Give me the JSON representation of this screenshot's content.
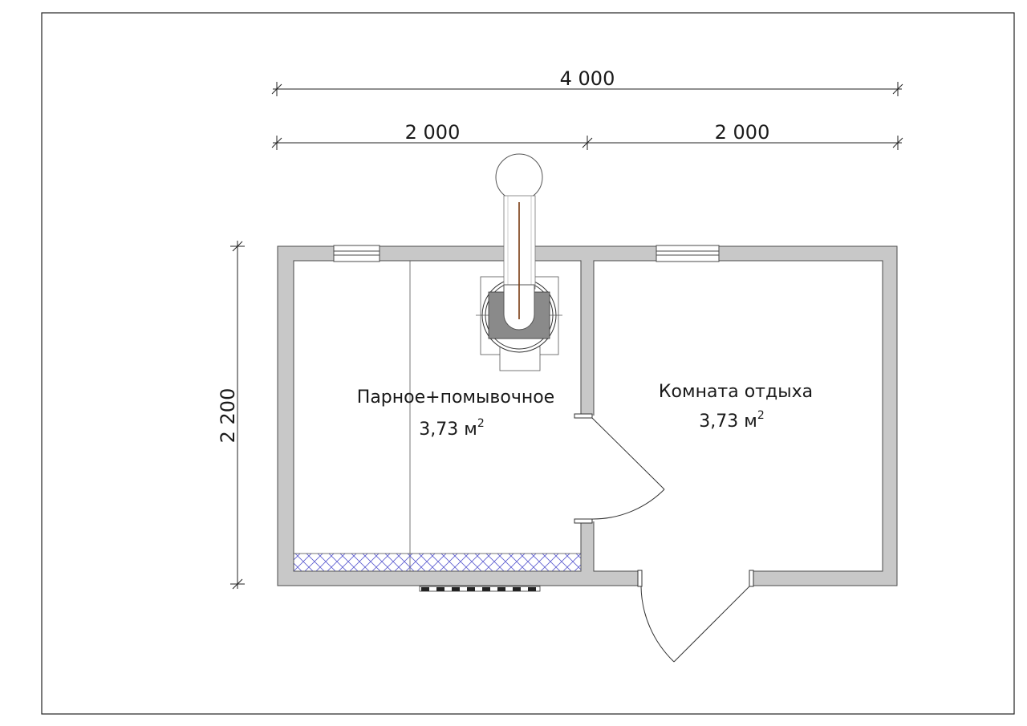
{
  "dimensions": {
    "total_width": "4 000",
    "left_width": "2 000",
    "right_width": "2 000",
    "height": "2 200"
  },
  "rooms": [
    {
      "name": "Парное+помывочное",
      "area_value": "3,73 м",
      "area_unit_sup": "2"
    },
    {
      "name": "Комната отдыха",
      "area_value": "3,73 м",
      "area_unit_sup": "2"
    }
  ],
  "colors": {
    "wall": "#c8c8c8",
    "wall_outline": "#4a4a4a",
    "stove": "#8a8a8a",
    "chimney": "#7a3a10",
    "bench_hatch": "#5a5ad0"
  },
  "icons": {
    "stove": "sauna-stove-icon",
    "chimney": "chimney-icon",
    "door": "door-swing-icon",
    "window": "window-icon"
  }
}
